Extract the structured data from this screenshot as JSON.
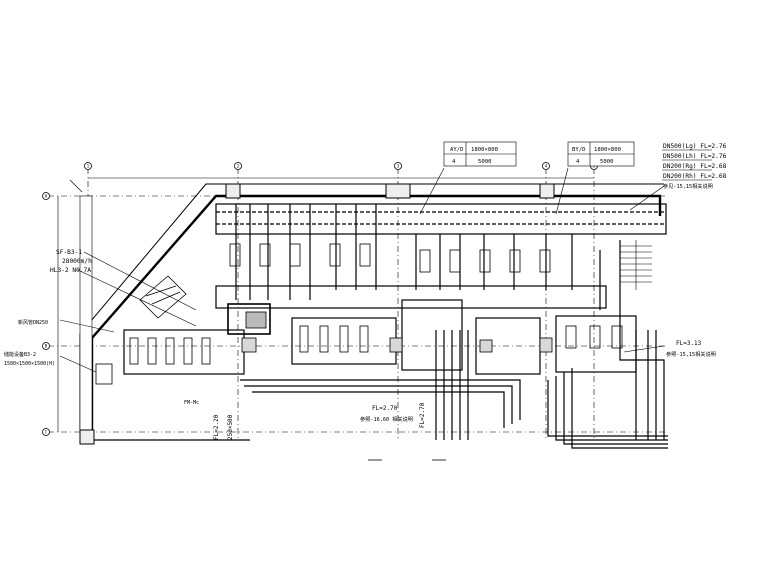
{
  "drawing": {
    "equipment_table_left": {
      "rows": [
        [
          "AY/D",
          "1800×800"
        ],
        [
          "4",
          "5000"
        ]
      ]
    },
    "equipment_table_right": {
      "rows": [
        [
          "BY/D",
          "1800×800"
        ],
        [
          "4",
          "5000"
        ]
      ]
    },
    "pipe_labels": [
      "DN500(Lg) FL=2.76",
      "DN500(Lh) FL=2.76",
      "DN200(Rg) FL=2.68",
      "DN200(Rh) FL=2.68",
      "参见-15,15相关说明"
    ],
    "left_labels": {
      "fan_tag": "SF-B3-1",
      "fan_flow": "28000m/h",
      "fan_model": "HL3-2 N0.7A",
      "label_a": "新风管DN250",
      "label_b": "储能设备B3-2",
      "label_c": "1500×1500×1500(H)"
    },
    "center_labels": {
      "fl_a": "FL=2.20",
      "size_a": "250×500",
      "fl_b": "FL=2.70",
      "note_b": "参照-16,60 相关说明",
      "fl_c": "FL=2.70",
      "small_a": "FM-Mc"
    },
    "right_labels": {
      "fl": "FL=3.13",
      "note": "参照-15,15相关说明"
    },
    "axis_markers": [
      "1",
      "2",
      "3",
      "4",
      "5",
      "A",
      "B",
      "C"
    ]
  }
}
